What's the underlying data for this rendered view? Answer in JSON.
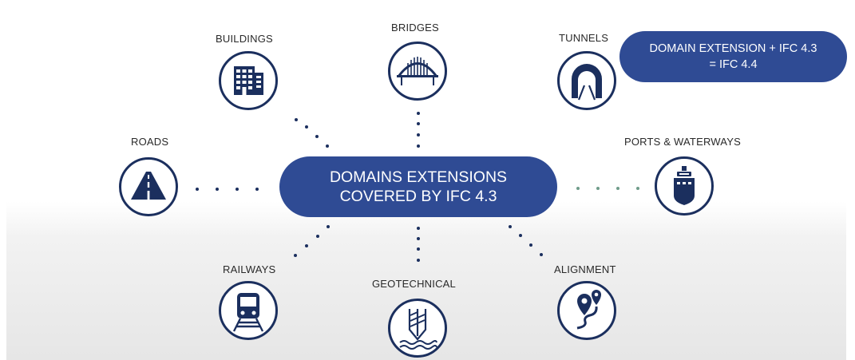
{
  "center": {
    "line1": "DOMAINS EXTENSIONS",
    "line2": "COVERED BY IFC 4.3"
  },
  "extension": {
    "line1": "DOMAIN EXTENSION + IFC 4.3",
    "line2": "= IFC 4.4"
  },
  "domains": {
    "buildings": {
      "label": "BUILDINGS",
      "icon": "buildings-icon"
    },
    "bridges": {
      "label": "BRIDGES",
      "icon": "bridge-icon"
    },
    "tunnels": {
      "label": "TUNNELS",
      "icon": "tunnel-icon"
    },
    "roads": {
      "label": "ROADS",
      "icon": "road-icon"
    },
    "ports": {
      "label": "PORTS & WATERWAYS",
      "icon": "ship-icon"
    },
    "railways": {
      "label": "RAILWAYS",
      "icon": "train-icon"
    },
    "geotechnical": {
      "label": "GEOTECHNICAL",
      "icon": "drill-icon"
    },
    "alignment": {
      "label": "ALIGNMENT",
      "icon": "map-route-icon"
    }
  },
  "colors": {
    "navy": "#1b2f5e",
    "pill_blue": "#2f4b94",
    "connector_green": "#6f9c8a"
  }
}
